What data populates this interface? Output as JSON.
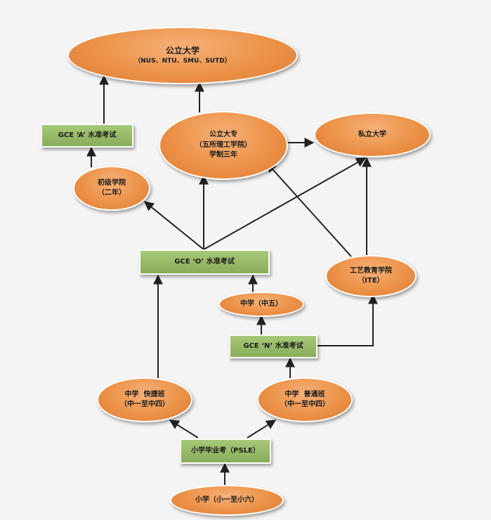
{
  "nodes": {
    "public_university": {
      "line1": "公立大学",
      "line2": "（NUS、NTU、SMU、SUTD）"
    },
    "gce_a": {
      "label": "GCE ‘A’ 水准考试"
    },
    "polytechnic": {
      "line1": "公立大专",
      "line2": "（五所理工学院）",
      "line3": "学制三年"
    },
    "private_university": {
      "label": "私立大学"
    },
    "junior_college": {
      "line1": "初级学院",
      "line2": "（二年）"
    },
    "gce_o": {
      "label": "GCE ‘O’ 水准考试"
    },
    "ite": {
      "line1": "工艺教育学院",
      "line2": "（ITE）"
    },
    "secondary_five": {
      "label": "中学（中五）"
    },
    "gce_n": {
      "label": "GCE ‘N’ 水准考试"
    },
    "express_stream": {
      "line1": "中学  快捷班",
      "line2": "（中一至中四）"
    },
    "normal_stream": {
      "line1": "中学  普通班",
      "line2": "（中一至中四）"
    },
    "psle": {
      "label": "小学毕业考（PSLE）"
    },
    "primary": {
      "label": "小学（小一至小六）"
    }
  },
  "colors": {
    "node_fill": "#ec9248",
    "exam_fill": "#9bbd6b",
    "arrow": "#222222",
    "background": "#f4f4f4"
  }
}
